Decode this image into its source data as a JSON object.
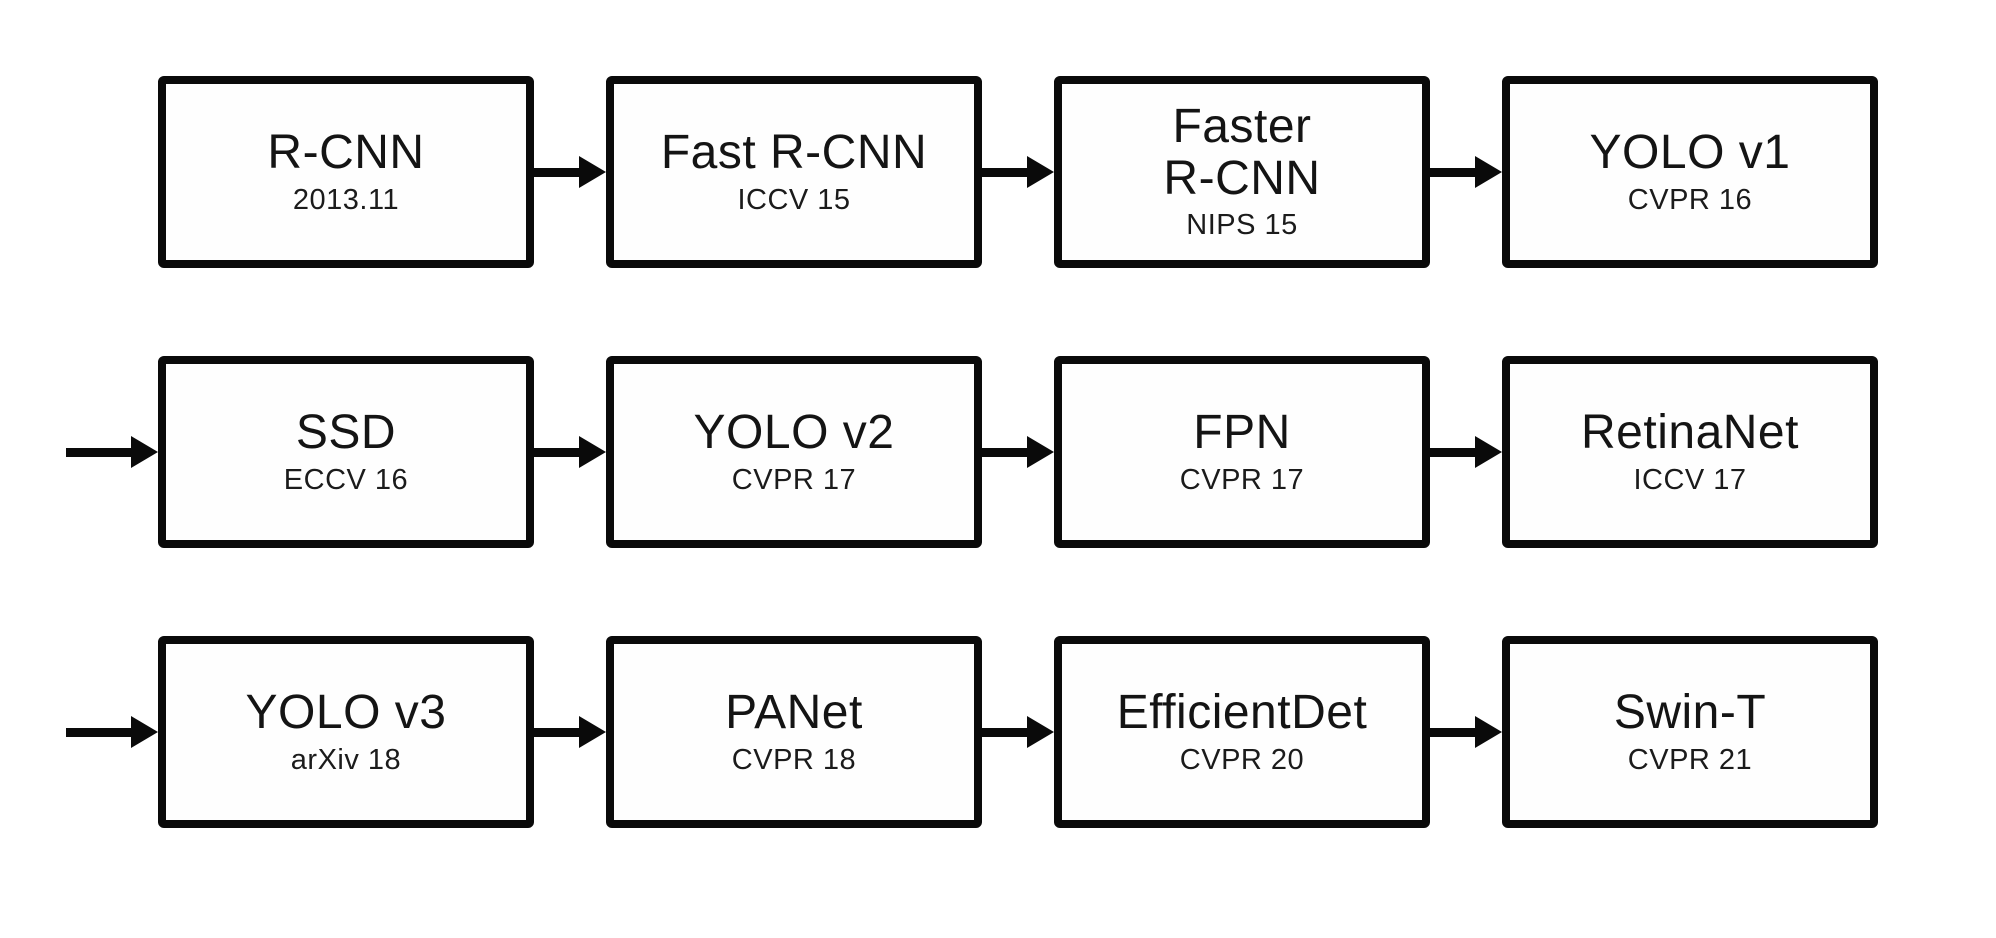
{
  "diagram": {
    "description": "Object detection model timeline flowchart",
    "colors": {
      "background": "#ffffff",
      "box_border": "#0a0a0a",
      "box_fill": "#fefefe",
      "arrow": "#0a0a0a",
      "text": "#141414"
    },
    "rows": [
      {
        "lead_arrow": false,
        "nodes": [
          {
            "name": "R-CNN",
            "venue": "2013.11"
          },
          {
            "name": "Fast R-CNN",
            "venue": "ICCV 15"
          },
          {
            "name": "Faster\nR-CNN",
            "venue": "NIPS 15"
          },
          {
            "name": "YOLO v1",
            "venue": "CVPR 16"
          }
        ]
      },
      {
        "lead_arrow": true,
        "nodes": [
          {
            "name": "SSD",
            "venue": "ECCV 16"
          },
          {
            "name": "YOLO v2",
            "venue": "CVPR 17"
          },
          {
            "name": "FPN",
            "venue": "CVPR 17"
          },
          {
            "name": "RetinaNet",
            "venue": "ICCV 17"
          }
        ]
      },
      {
        "lead_arrow": true,
        "nodes": [
          {
            "name": "YOLO v3",
            "venue": "arXiv 18"
          },
          {
            "name": "PANet",
            "venue": "CVPR 18"
          },
          {
            "name": "EfficientDet",
            "venue": "CVPR 20"
          },
          {
            "name": "Swin-T",
            "venue": "CVPR 21"
          }
        ]
      }
    ]
  }
}
